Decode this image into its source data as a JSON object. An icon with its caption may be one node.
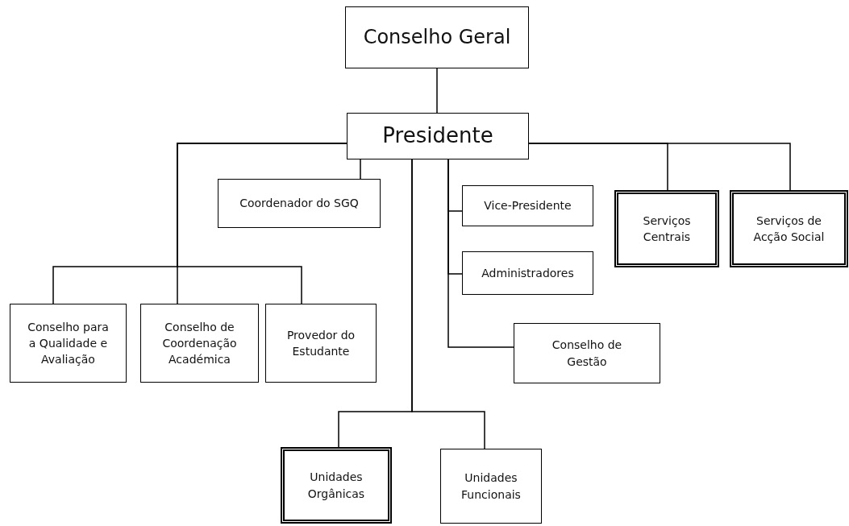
{
  "diagram": {
    "nodes": [
      {
        "text": [
          "Conselho Geral"
        ]
      },
      {
        "text": [
          "Presidente"
        ]
      },
      {
        "text": [
          "Coordenador do SGQ"
        ]
      },
      {
        "text": [
          "Vice-Presidente"
        ]
      },
      {
        "text": [
          "Serviços Centrais"
        ]
      },
      {
        "text": [
          "Serviços de Acção Social"
        ]
      },
      {
        "text": [
          "Administradores"
        ]
      },
      {
        "text": [
          "Conselho para a Qualidade e Avaliação"
        ]
      },
      {
        "text": [
          "Conselho de Coordenação Académica"
        ]
      },
      {
        "text": [
          "Provedor do Estudante"
        ]
      },
      {
        "text": [
          "Conselho de Gestão"
        ]
      },
      {
        "text": [
          "Unidades Orgânicas"
        ]
      },
      {
        "text": [
          "Unidades Funcionais"
        ]
      }
    ],
    "edges": [
      {
        "from": 0,
        "to": 1,
        "arrow": "none"
      },
      {
        "from": 1,
        "to": 2,
        "arrow": "none"
      },
      {
        "from": 1,
        "to": 3,
        "arrow": "none"
      },
      {
        "from": 1,
        "to": 4,
        "arrow": "none"
      },
      {
        "from": 1,
        "to": 5,
        "arrow": "none"
      },
      {
        "from": 1,
        "to": 6,
        "arrow": "none"
      },
      {
        "from": 1,
        "to": 7,
        "arrow": "none"
      },
      {
        "from": 1,
        "to": 8,
        "arrow": "none"
      },
      {
        "from": 1,
        "to": 9,
        "arrow": "none"
      },
      {
        "from": 1,
        "to": 10,
        "arrow": "none"
      },
      {
        "from": 1,
        "to": 11,
        "arrow": "none"
      },
      {
        "from": 1,
        "to": 12,
        "arrow": "none"
      }
    ]
  }
}
